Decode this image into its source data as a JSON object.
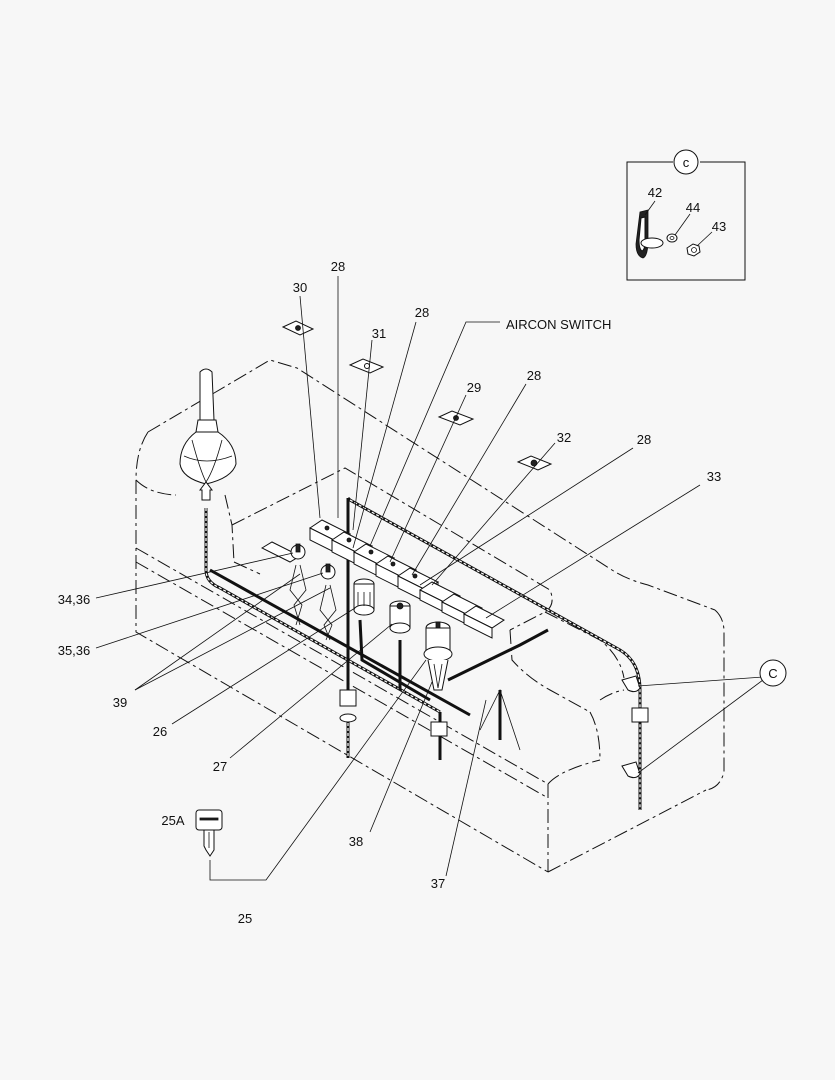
{
  "callouts": {
    "c42": "42",
    "c44": "44",
    "c43": "43",
    "detail_c_top": "c",
    "detail_c_side": "C",
    "c28_a": "28",
    "c30": "30",
    "c31": "31",
    "c28_b": "28",
    "aircon": "AIRCON SWITCH",
    "c29": "29",
    "c28_c": "28",
    "c32": "32",
    "c28_d": "28",
    "c33": "33",
    "c34_36": "34,36",
    "c35_36": "35,36",
    "c39": "39",
    "c26": "26",
    "c27": "27",
    "c25A": "25A",
    "c38": "38",
    "c37": "37",
    "c25": "25"
  }
}
